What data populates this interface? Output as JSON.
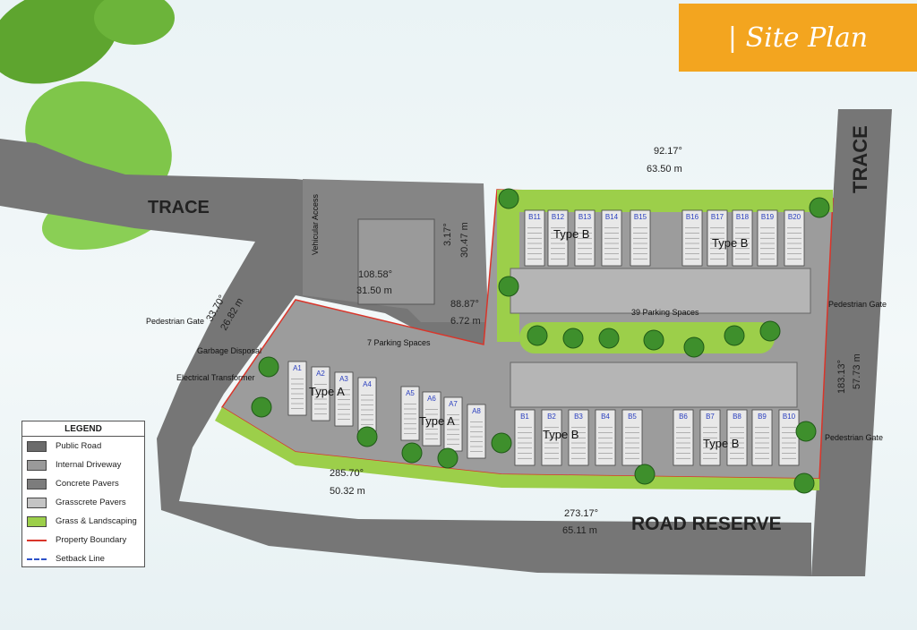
{
  "title": "Site Plan",
  "roads": {
    "trace_left": "TRACE",
    "trace_right": "TRACE",
    "road_reserve": "ROAD RESERVE"
  },
  "dims": {
    "top_angle": "92.17°",
    "top_len": "63.50 m",
    "right_angle": "183.13°",
    "right_len": "57.73 m",
    "bottom_angle": "273.17°",
    "bottom_len": "65.11 m",
    "left_bottom_angle": "285.70°",
    "left_bottom_len": "50.32 m",
    "left_angle": "33.70°",
    "left_len": "26.82 m",
    "inner1_angle": "108.58°",
    "inner1_len": "31.50 m",
    "inner2_angle": "3.17°",
    "inner2_len": "30.47 m",
    "inner3_angle": "88.87°",
    "inner3_len": "6.72 m"
  },
  "labels": {
    "vehicular_access": "Vehicular Access",
    "ped_gate_left": "Pedestrian Gate",
    "ped_gate_right_top": "Pedestrian Gate",
    "ped_gate_right_bottom": "Pedestrian Gate",
    "garbage": "Garbage Disposal",
    "electrical": "Electrical Transformer",
    "parking7": "7 Parking Spaces",
    "parking39": "39 Parking Spaces",
    "type_a_1": "Type A",
    "type_a_2": "Type A",
    "type_b_1": "Type B",
    "type_b_2": "Type B",
    "type_b_3": "Type B",
    "type_b_4": "Type B"
  },
  "units_top": [
    "B11",
    "B12",
    "B13",
    "B14",
    "B15",
    "B16",
    "B17",
    "B18",
    "B19",
    "B20"
  ],
  "units_bottom": [
    "B1",
    "B2",
    "B3",
    "B4",
    "B5",
    "B6",
    "B7",
    "B8",
    "B9",
    "B10"
  ],
  "units_a": [
    "A1",
    "A2",
    "A3",
    "A4",
    "A5",
    "A6",
    "A7",
    "A8"
  ],
  "legend": {
    "title": "LEGEND",
    "items": [
      {
        "label": "Public Road",
        "color": "#6b6b6b",
        "kind": "fill"
      },
      {
        "label": "Internal Driveway",
        "color": "#9a9a9a",
        "kind": "fill"
      },
      {
        "label": "Concrete Pavers",
        "color": "#7c7c7c",
        "kind": "fill"
      },
      {
        "label": "Grasscrete Pavers",
        "color": "#c4c4c4",
        "kind": "fill"
      },
      {
        "label": "Grass & Landscaping",
        "color": "#9ccf4a",
        "kind": "fill"
      },
      {
        "label": "Property Boundary",
        "color": "#d9352a",
        "kind": "solid"
      },
      {
        "label": "Setback Line",
        "color": "#2d52c8",
        "kind": "dashed"
      }
    ]
  },
  "colors": {
    "accent": "#f3a51f",
    "road": "#767676",
    "driveway": "#9a9a9a",
    "grass": "#9ccf4a",
    "tree": "#3e8f2c"
  }
}
